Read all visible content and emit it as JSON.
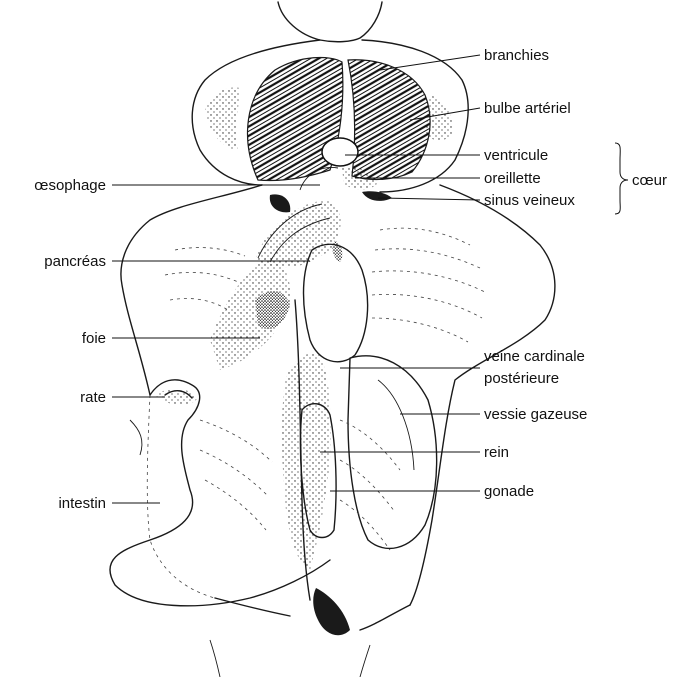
{
  "labels": {
    "branchies": "branchies",
    "bulbe_arteriel": "bulbe artériel",
    "ventricule": "ventricule",
    "oreillette": "oreillette",
    "sinus_veineux": "sinus veineux",
    "coeur": "cœur",
    "oesophage": "œsophage",
    "pancreas": "pancréas",
    "foie": "foie",
    "rate": "rate",
    "intestin": "intestin",
    "veine_cardinale_1": "veine cardinale",
    "veine_cardinale_2": "postérieure",
    "vessie_gazeuse": "vessie gazeuse",
    "rein": "rein",
    "gonade": "gonade"
  },
  "colors": {
    "ink": "#1a1a1a",
    "background": "#ffffff"
  }
}
